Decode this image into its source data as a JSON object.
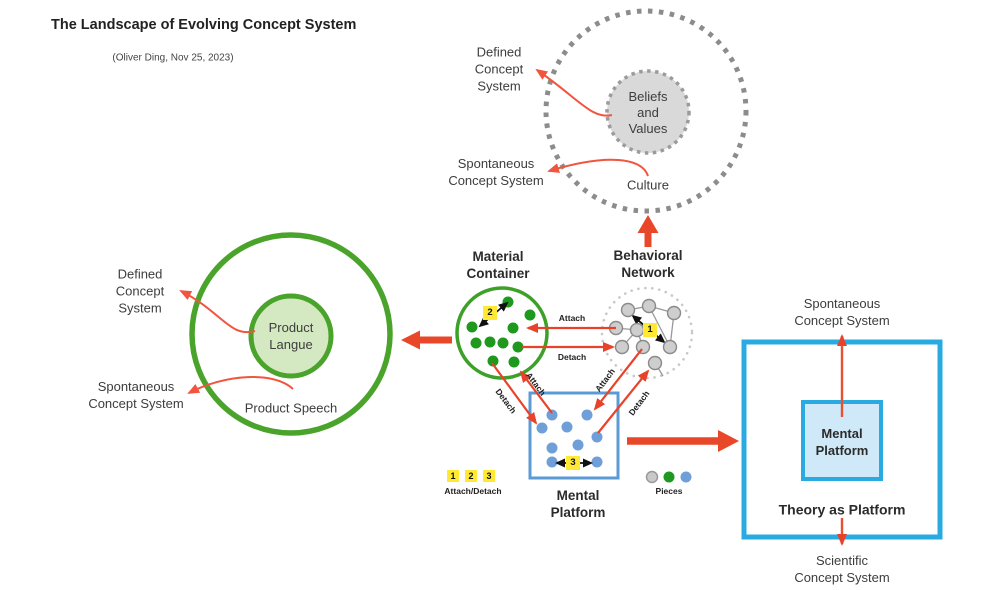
{
  "title": {
    "text": "The Landscape of Evolving Concept System",
    "byline": "(Oliver Ding, Nov 25, 2023)"
  },
  "culture_group": {
    "defined": [
      "Defined",
      "Concept",
      "System"
    ],
    "spontaneous": [
      "Spontaneous",
      "Concept System"
    ],
    "inner": [
      "Beliefs",
      "and",
      "Values"
    ],
    "caption": "Culture"
  },
  "product_group": {
    "defined": [
      "Defined",
      "Concept",
      "System"
    ],
    "spontaneous": [
      "Spontaneous",
      "Concept System"
    ],
    "inner": [
      "Product",
      "Langue"
    ],
    "caption": "Product Speech"
  },
  "material_container": {
    "label": [
      "Material",
      "Container"
    ]
  },
  "behavioral_network": {
    "label": [
      "Behavioral",
      "Network"
    ]
  },
  "mental_platform": {
    "label": [
      "Mental",
      "Platform"
    ]
  },
  "theory_group": {
    "inner": [
      "Mental",
      "Platform"
    ],
    "caption": "Theory as Platform",
    "spontaneous": [
      "Spontaneous",
      "Concept System"
    ],
    "scientific": [
      "Scientific",
      "Concept System"
    ]
  },
  "arrows": {
    "attach": "Attach",
    "detach": "Detach"
  },
  "badges": {
    "one": "1",
    "two": "2",
    "three": "3"
  },
  "legend": {
    "attach_detach": "Attach/Detach",
    "pieces": "Pieces"
  },
  "colors": {
    "green_stroke": "#4aa32a",
    "green_dot": "#1e991e",
    "green_fill": "#d4e9c2",
    "red_arrow": "#e8432a",
    "red_big_arrow": "#e8472a",
    "red_curve": "#f15540",
    "cyan_stroke": "#29abe2",
    "cyan_fill": "#cfe9f8",
    "steel_blue": "#5b9bd5",
    "blue_dot": "#6f9fd8",
    "gray_dash": "#8c8c8c",
    "gray_fill": "#d9d9d9",
    "node_fill": "#cecece",
    "badge_yellow": "#ffe933"
  }
}
